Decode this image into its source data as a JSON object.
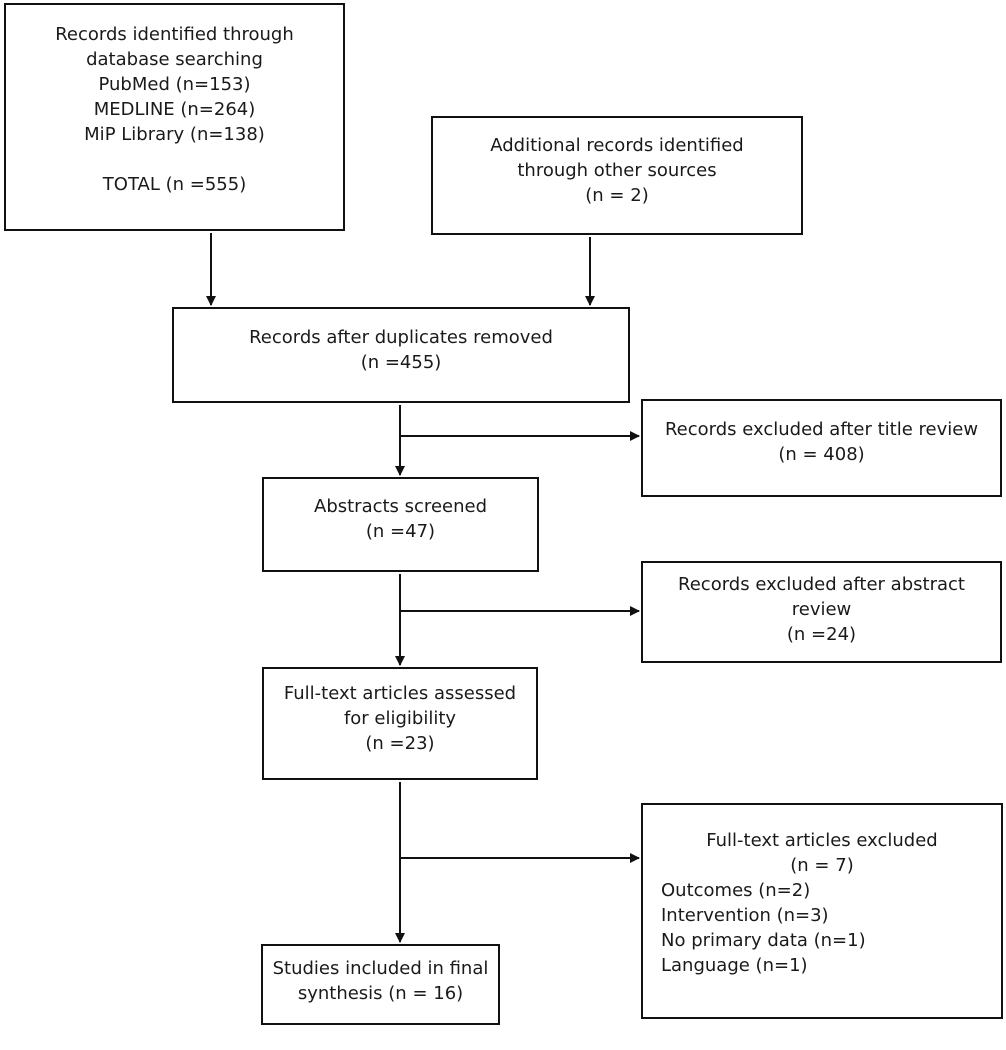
{
  "identification": {
    "database": {
      "lines": [
        "Records identified through",
        "database searching"
      ],
      "sources": [
        "PubMed (n=153)",
        "MEDLINE (n=264)",
        "MiP Library (n=138)"
      ],
      "total": "TOTAL (n =555)"
    },
    "other_sources": {
      "lines": [
        "Additional records identified",
        "through other sources",
        "(n = 2)"
      ]
    }
  },
  "screening": {
    "deduplicated": {
      "lines": [
        "Records after duplicates removed",
        "(n =455)"
      ]
    },
    "title_excluded": {
      "lines": [
        "Records excluded after title review",
        "(n = 408)"
      ]
    },
    "abstracts": {
      "lines": [
        "Abstracts screened",
        "(n =47)"
      ]
    },
    "abstract_excluded": {
      "lines": [
        "Records excluded after abstract",
        "review",
        "(n =24)"
      ]
    }
  },
  "eligibility": {
    "fulltext": {
      "lines": [
        "Full-text articles assessed",
        "for eligibility",
        "(n =23)"
      ]
    },
    "fulltext_excluded": {
      "title": "Full-text articles excluded",
      "count": "(n = 7)",
      "reasons": [
        "Outcomes (n=2)",
        "Intervention (n=3)",
        "No primary data (n=1)",
        "Language (n=1)"
      ]
    }
  },
  "included": {
    "final": {
      "lines": [
        "Studies included in final",
        "synthesis (n = 16)"
      ]
    }
  },
  "colors": {
    "stroke": "#111111",
    "text": "#1a1a1a",
    "background": "#ffffff"
  }
}
